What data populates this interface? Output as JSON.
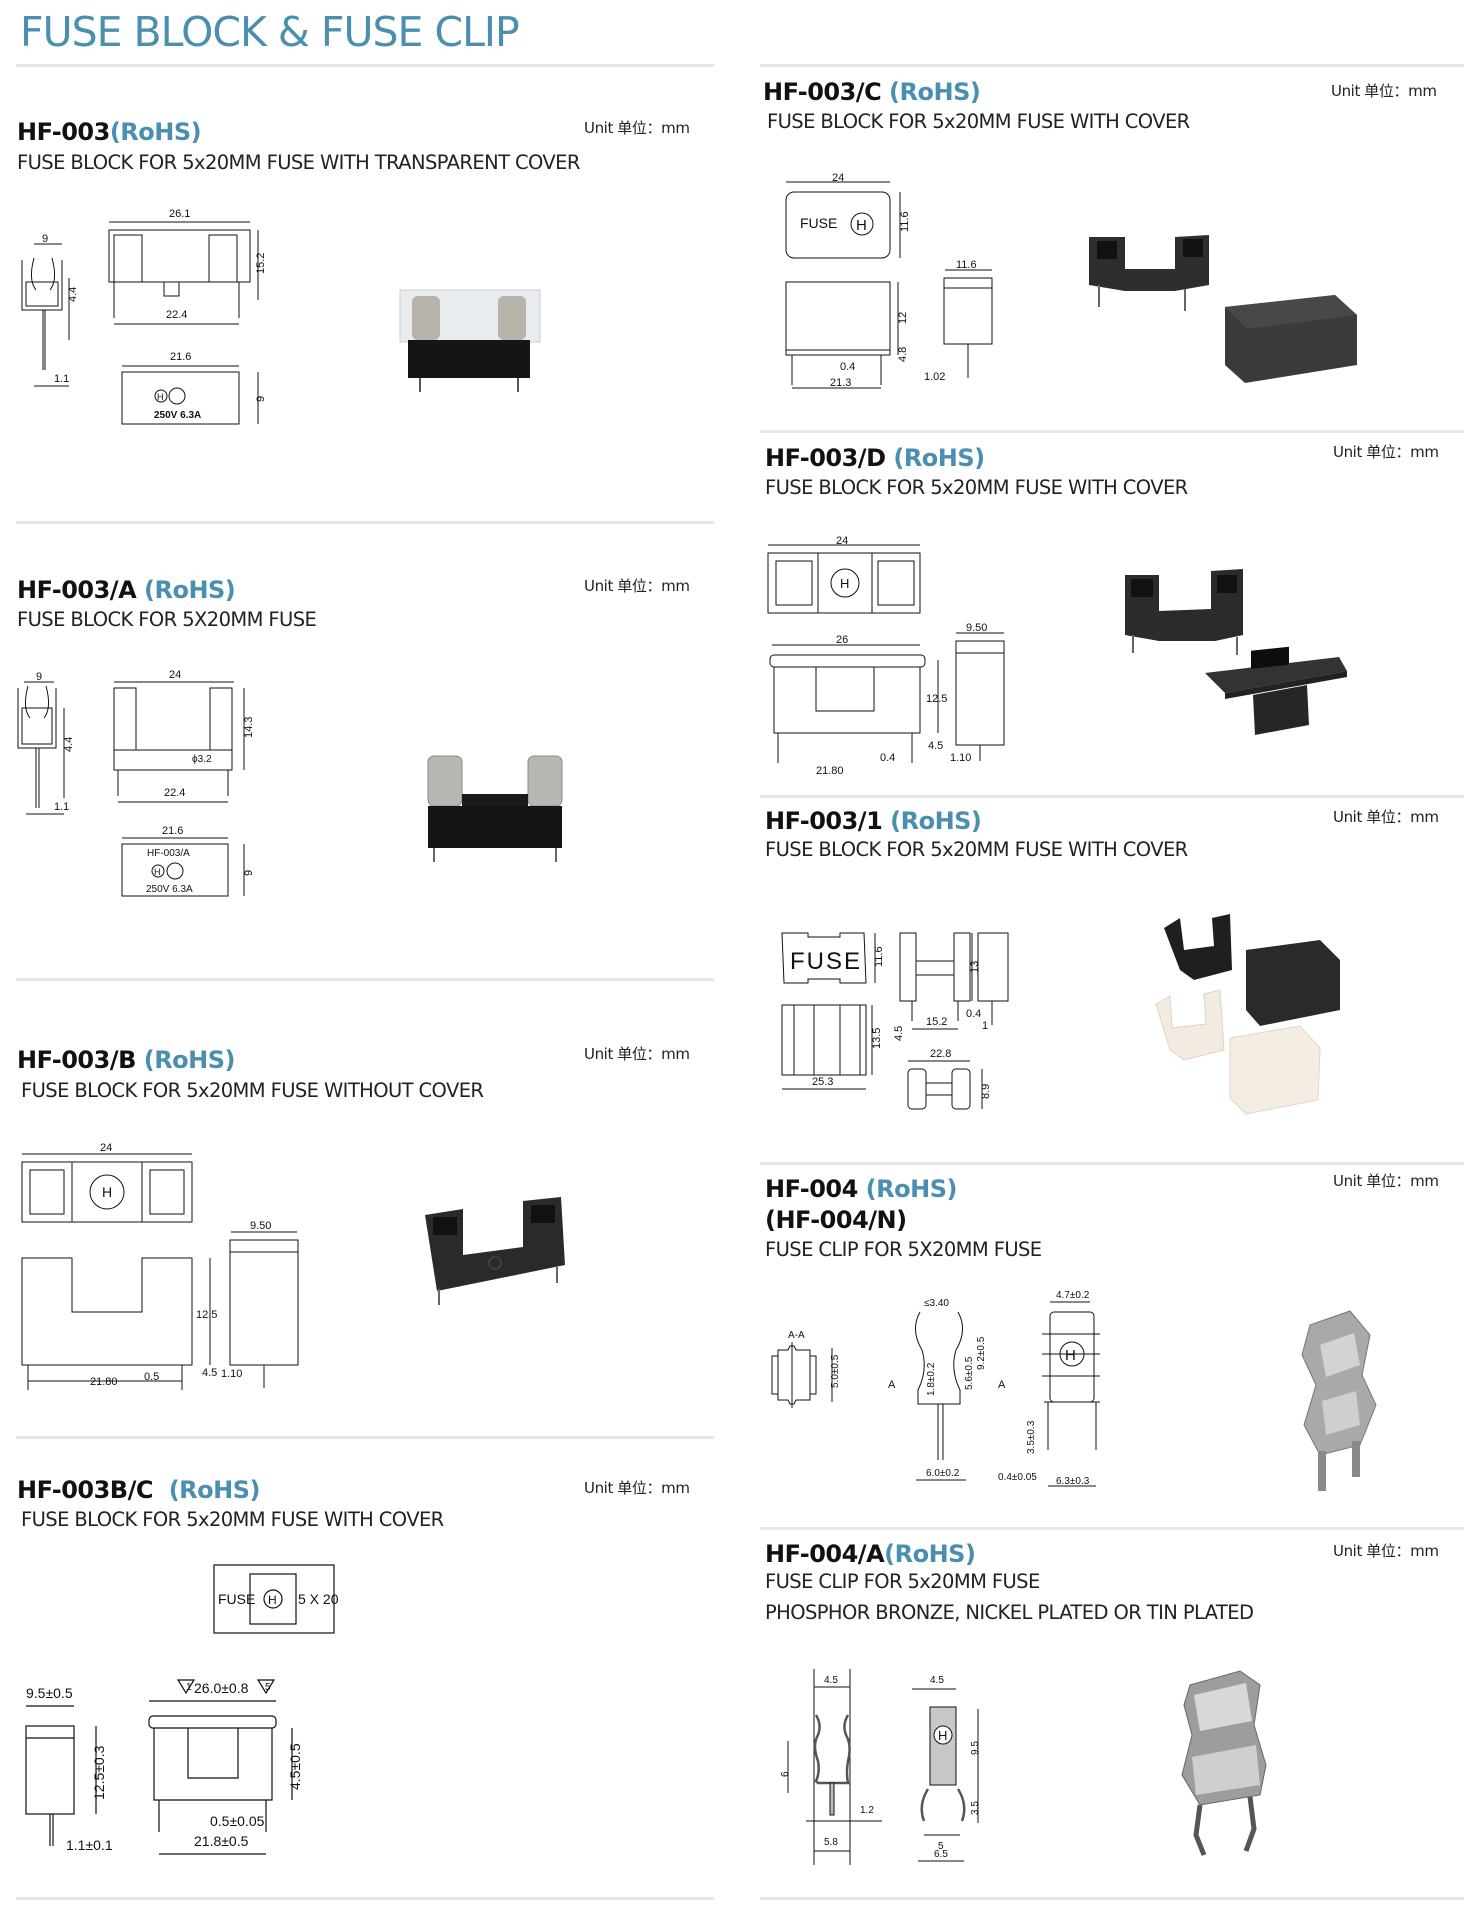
{
  "page": {
    "title": "FUSE BLOCK & FUSE CLIP",
    "accent_color": "#4a8fb0",
    "divider_color": "#e6e6e6"
  },
  "unit_label": "Unit 单位：mm",
  "sections": [
    {
      "id": "hf-003",
      "code": "HF-003",
      "rohs": "(RoHS)",
      "description": "FUSE BLOCK FOR 5x20MM FUSE WITH TRANSPARENT COVER",
      "unit": "Unit 单位：mm",
      "dimensions": {
        "side_width": "9",
        "side_height": "4.4",
        "pin_width": "1.1",
        "front_width": "26.1",
        "front_height": "15.2",
        "pin_pitch": "22.4",
        "bottom_width": "21.6",
        "bottom_height": "9",
        "marking": "250V 6.3A",
        "logo": "H"
      },
      "photo": "transparent-cover-fuse-block"
    },
    {
      "id": "hf-003-a",
      "code": "HF-003/A",
      "rohs": "(RoHS)",
      "description": "FUSE BLOCK FOR 5X20MM FUSE",
      "unit": "Unit 单位：mm",
      "dimensions": {
        "side_width": "9",
        "side_height": "4.4",
        "pin_width": "1.1",
        "front_width": "24",
        "front_height": "14.3",
        "hole": "ϕ3.2",
        "pin_pitch": "22.4",
        "bottom_width": "21.6",
        "bottom_height": "9",
        "marking_top": "HF-003/A",
        "marking": "250V 6.3A",
        "logo": "H"
      },
      "photo": "open-fuse-block-metal-clips"
    },
    {
      "id": "hf-003-b",
      "code": "HF-003/B",
      "rohs": "(RoHS)",
      "description": "FUSE BLOCK FOR 5x20MM FUSE WITHOUT COVER",
      "unit": "Unit 单位：mm",
      "dimensions": {
        "top_width": "24",
        "side_width": "9.50",
        "body_height": "12.5",
        "pin_height": "4.5",
        "pin_thickness": "0.5",
        "pin_pitch": "21.80",
        "pin_width": "1.10",
        "logo": "H"
      },
      "photo": "black-fuse-block-no-cover"
    },
    {
      "id": "hf-003b-c",
      "code": "HF-003B/C",
      "rohs": "(RoHS)",
      "description": "FUSE BLOCK FOR 5x20MM FUSE WITH COVER",
      "unit": "Unit 单位：mm",
      "dimensions": {
        "top_left_label": "FUSE",
        "top_right_label": "5 X 20",
        "logo": "H",
        "side_width": "9.5±0.5",
        "side_height": "12.5±0.3",
        "pin_width": "1.1±0.1",
        "front_width": "26.0±0.8",
        "flag_1": "1",
        "flag_5": "5",
        "pin_height": "4.5±0.5",
        "pin_thickness": "0.5±0.05",
        "pin_pitch": "21.8±0.5"
      }
    },
    {
      "id": "hf-003-c",
      "code": "HF-003/C",
      "rohs": "(RoHS)",
      "description": "FUSE BLOCK FOR 5x20MM FUSE WITH COVER",
      "unit": "Unit 单位：mm",
      "dimensions": {
        "cover_width": "24",
        "cover_height": "11.6",
        "cover_label": "FUSE",
        "logo": "H",
        "body_height": "12",
        "pin_height": "4.8",
        "pin_thickness": "0.4",
        "pin_pitch": "21.3",
        "side_width": "11.6",
        "pin_width": "1.02"
      },
      "photo": "black-fuse-block-with-cover"
    },
    {
      "id": "hf-003-d",
      "code": "HF-003/D",
      "rohs": "(RoHS)",
      "description": "FUSE BLOCK FOR 5x20MM FUSE WITH COVER",
      "unit": "Unit 单位：mm",
      "dimensions": {
        "top_width": "24",
        "front_width": "26",
        "side_width": "9.50",
        "body_height": "12.5",
        "pin_height": "4.5",
        "pin_thickness": "0.4",
        "pin_pitch": "21.80",
        "pin_width": "1.10",
        "logo": "H"
      },
      "photo": "black-fuse-block-with-open-cover"
    },
    {
      "id": "hf-003-1",
      "code": "HF-003/1",
      "rohs": "(RoHS)",
      "description": "FUSE BLOCK FOR 5x20MM FUSE WITH COVER",
      "unit": "Unit 单位：mm",
      "dimensions": {
        "cover_label": "FUSE",
        "cover_height": "11.6",
        "cover_width": "25.3",
        "cover_side_height": "13.5",
        "body_height": "13",
        "pin_height": "4.5",
        "pin_pitch": "15.2",
        "pin_thickness": "0.4",
        "pin_width": "1",
        "bottom_width": "22.8",
        "bottom_height": "8.9"
      },
      "photo": "black-and-white-fuse-blocks-with-covers"
    },
    {
      "id": "hf-004",
      "code": "HF-004",
      "rohs": "(RoHS)",
      "code_alt": "(HF-004/N)",
      "description": "FUSE CLIP FOR 5X20MM FUSE",
      "unit": "Unit 单位：mm",
      "dimensions": {
        "section_label": "A-A",
        "section_height": "5.0±0.5",
        "marker": "A",
        "opening": "≤3.40",
        "dimple": "1.8±0.2",
        "mid_height": "5.6±0.5",
        "total_height": "9.2±0.5",
        "base_width": "6.0±0.2",
        "clip_width": "4.7±0.2",
        "pin_height": "3.5±0.3",
        "pin_thickness": "0.4±0.05",
        "pin_pitch": "6.3±0.3",
        "logo": "H"
      },
      "photo": "metal-fuse-clip"
    },
    {
      "id": "hf-004-a",
      "code": "HF-004/A",
      "rohs": "(RoHS)",
      "description": "FUSE CLIP FOR 5x20MM FUSE",
      "description2": "PHOSPHOR BRONZE, NICKEL PLATED OR TIN PLATED",
      "unit": "Unit 单位：mm",
      "dimensions": {
        "side_top_width": "4.5",
        "side_height": "6",
        "pin_width": "1.2",
        "side_base_width": "5.8",
        "front_top_width": "4.5",
        "front_height": "9.5",
        "leg_height": "3.5",
        "leg_inner": "5",
        "leg_outer": "6.5",
        "logo": "H"
      },
      "photo": "nickel-plated-fuse-clip"
    }
  ]
}
